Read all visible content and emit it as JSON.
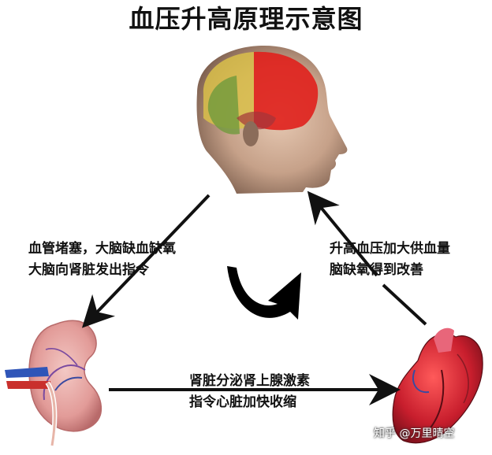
{
  "title": "血压升高原理示意图",
  "labels": {
    "left": [
      "血管堵塞，大脑缺血缺氧",
      "大脑向肾脏发出指令"
    ],
    "right": [
      "升高血压加大供血量",
      "脑缺氧得到改善"
    ],
    "bottom": [
      "肾脏分泌肾上腺激素",
      "指令心脏加快收缩"
    ]
  },
  "watermark": "知乎 @万里晴空",
  "colors": {
    "arrow": "#111111",
    "brain_red": "#e0201c",
    "brain_yellow": "#d9c04a",
    "brain_green": "#6f9a3c",
    "skin": "#c9a78f",
    "kidney": "#e7a0a0",
    "heart": "#c81e2d"
  }
}
